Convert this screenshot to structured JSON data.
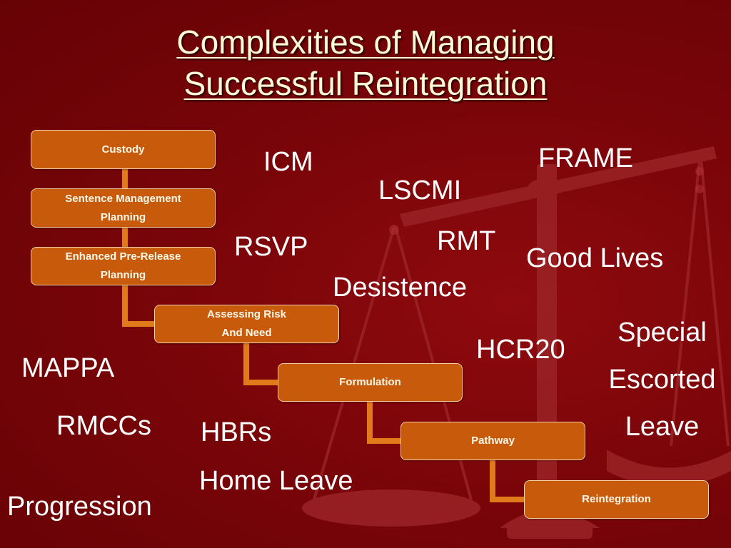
{
  "title": {
    "line1": "Complexities of Managing",
    "line2": "Successful Reintegration"
  },
  "flow": [
    {
      "line1": "Custody",
      "line2": ""
    },
    {
      "line1": "Sentence Management",
      "line2": "Planning"
    },
    {
      "line1": "Enhanced Pre-Release",
      "line2": "Planning"
    },
    {
      "line1": "Assessing Risk",
      "line2": "And Need"
    },
    {
      "line1": "Formulation",
      "line2": ""
    },
    {
      "line1": "Pathway",
      "line2": ""
    },
    {
      "line1": "Reintegration",
      "line2": ""
    }
  ],
  "labels": {
    "icm": "ICM",
    "frame": "FRAME",
    "lscmi": "LSCMI",
    "rsvp": "RSVP",
    "rmt": "RMT",
    "good_lives": "Good Lives",
    "desistence": "Desistence",
    "special": "Special",
    "escorted": "Escorted",
    "leave": "Leave",
    "hcr20": "HCR20",
    "mappa": "MAPPA",
    "rmccs": "RMCCs",
    "hbrs": "HBRs",
    "home_leave": "Home Leave",
    "progression": "Progression"
  },
  "colors": {
    "background": "#7a0509",
    "box_fill": "#c85a0c",
    "box_border": "#f6d0a8",
    "connector": "#e07a1a",
    "title_text": "#fffbd8",
    "label_text": "#ffffff"
  }
}
